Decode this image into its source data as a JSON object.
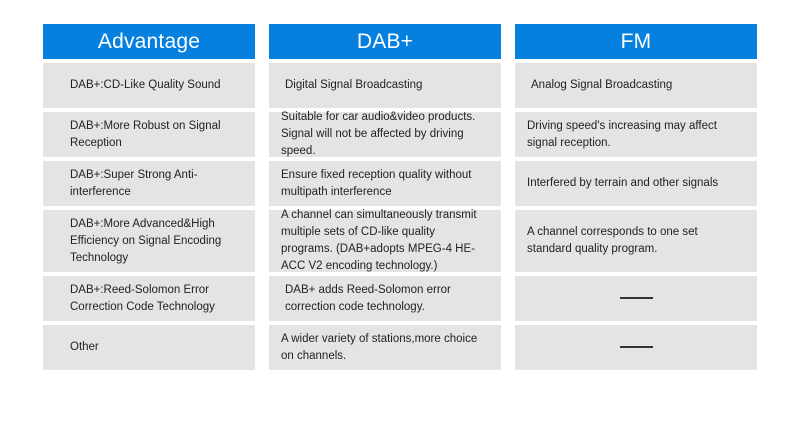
{
  "table": {
    "columns": [
      {
        "key": "advantage",
        "header": "Advantage",
        "cells": [
          "DAB+:CD-Like Quality Sound",
          "DAB+:More Robust on Signal Reception",
          "DAB+:Super Strong Anti-interference",
          "DAB+:More Advanced&High Efficiency on Signal Encoding Technology",
          "DAB+:Reed-Solomon Error Correction Code Technology",
          "Other"
        ]
      },
      {
        "key": "dabplus",
        "header": "DAB+",
        "cells": [
          "Digital Signal Broadcasting",
          "Suitable for car audio&video products. Signal will not be affected by driving speed.",
          "Ensure fixed reception quality without multipath interference",
          "A channel can simultaneously transmit multiple sets of CD-like quality programs. (DAB+adopts MPEG-4 HE-ACC V2 encoding technology.)",
          "DAB+ adds Reed-Solomon error correction code technology.",
          "A wider variety of stations,more choice on channels."
        ]
      },
      {
        "key": "fm",
        "header": "FM",
        "cells": [
          "Analog Signal Broadcasting",
          "Driving speed's increasing may affect signal reception.",
          "Interfered by terrain and other signals",
          "A channel corresponds to one set standard quality program.",
          "",
          ""
        ]
      }
    ]
  },
  "colors": {
    "header_blue": "#0580de",
    "cell_gray": "#e4e4e4",
    "text": "#222222",
    "dash": "#333333"
  }
}
